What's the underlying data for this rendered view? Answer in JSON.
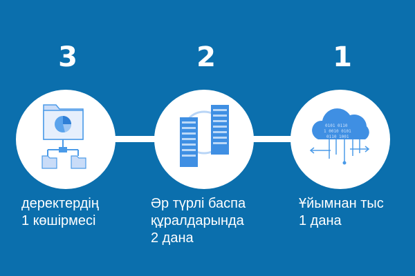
{
  "steps": [
    {
      "number": "3",
      "icon": "folder-tree-icon",
      "caption": [
        "деректердің",
        "1 көшірмесі"
      ]
    },
    {
      "number": "2",
      "icon": "server-sync-icon",
      "caption": [
        "Әр түрлі баспа",
        "құралдарында",
        "2 дана"
      ]
    },
    {
      "number": "1",
      "icon": "cloud-data-icon",
      "caption": [
        "Ұйымнан тыс",
        "1 дана"
      ]
    }
  ],
  "colors": {
    "background": "#0b6fad",
    "circle": "#ffffff",
    "icon_blue": "#4a9ae8",
    "icon_dark": "#2f7fd6"
  }
}
